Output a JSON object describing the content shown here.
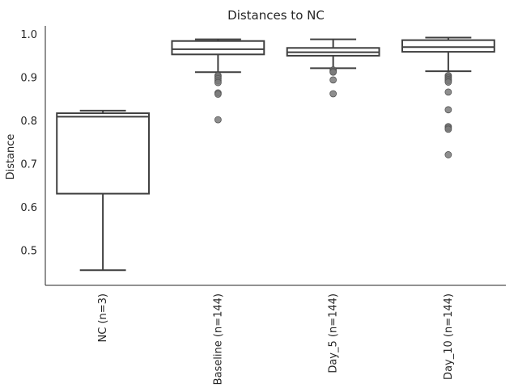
{
  "chart_data": {
    "type": "box",
    "title": "Distances to NC",
    "xlabel": "",
    "ylabel": "Distance",
    "ylim": [
      0.42,
      1.02
    ],
    "yticks": [
      0.5,
      0.6,
      0.7,
      0.8,
      0.9,
      1.0
    ],
    "ytick_labels": [
      "0.5",
      "0.6",
      "0.7",
      "0.8",
      "0.9",
      "1.0"
    ],
    "grid": false,
    "categories": [
      "NC (n=3)",
      "Baseline (n=144)",
      "Day_5 (n=144)",
      "Day_10 (n=144)"
    ],
    "boxes": [
      {
        "whisker_low": 0.455,
        "q1": 0.632,
        "median": 0.81,
        "q3": 0.818,
        "whisker_high": 0.824,
        "outliers": []
      },
      {
        "whisker_low": 0.913,
        "q1": 0.954,
        "median": 0.966,
        "q3": 0.985,
        "whisker_high": 0.989,
        "outliers": [
          0.905,
          0.902,
          0.898,
          0.893,
          0.889,
          0.865,
          0.862,
          0.803
        ]
      },
      {
        "whisker_low": 0.922,
        "q1": 0.951,
        "median": 0.959,
        "q3": 0.969,
        "whisker_high": 0.989,
        "outliers": [
          0.918,
          0.915,
          0.913,
          0.895,
          0.863
        ]
      },
      {
        "whisker_low": 0.915,
        "q1": 0.96,
        "median": 0.971,
        "q3": 0.987,
        "whisker_high": 0.993,
        "outliers": [
          0.905,
          0.902,
          0.899,
          0.896,
          0.893,
          0.89,
          0.867,
          0.826,
          0.787,
          0.784,
          0.781,
          0.722
        ]
      }
    ],
    "colors": {
      "box_edge": "#3f3f3f",
      "outlier_fill": "#7a7a7a",
      "axis": "#262626"
    }
  }
}
